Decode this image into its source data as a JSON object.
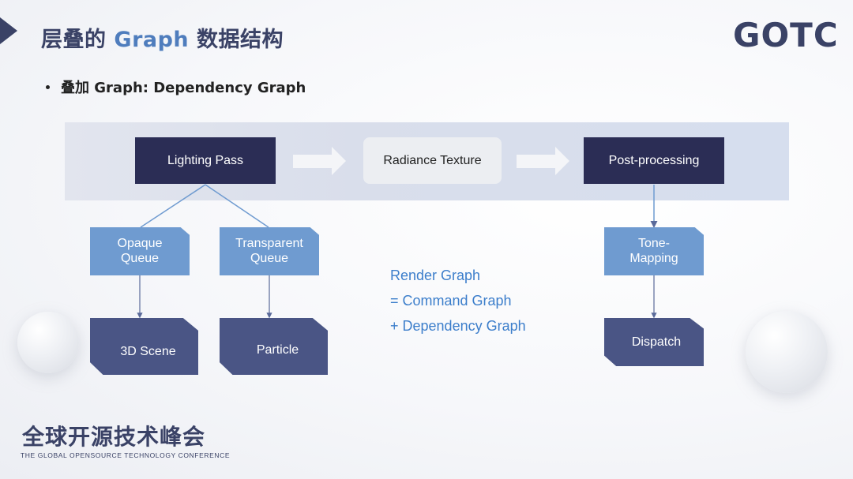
{
  "header": {
    "title_prefix": "层叠的 ",
    "title_accent": "Graph",
    "title_suffix": " 数据结构",
    "logo": "GOTC"
  },
  "bullet": "叠加 Graph: Dependency Graph",
  "diagram": {
    "top_row": {
      "lighting_pass": "Lighting Pass",
      "radiance_texture": "Radiance Texture",
      "post_processing": "Post-processing"
    },
    "opaque_queue": [
      "Opaque",
      "Queue"
    ],
    "transparent_queue": [
      "Transparent",
      "Queue"
    ],
    "scene_3d": "3D Scene",
    "particle": "Particle",
    "tone_mapping": [
      "Tone-",
      "Mapping"
    ],
    "dispatch": "Dispatch",
    "note_lines": [
      "Render Graph",
      "= Command Graph",
      "+ Dependency Graph"
    ]
  },
  "footer": {
    "conference_cn": "全球开源技术峰会",
    "conference_en": "THE GLOBAL OPENSOURCE TECHNOLOGY CONFERENCE"
  },
  "colors": {
    "navy_dark": "#2b2d55",
    "blue_box": "#6f9bd0",
    "navy_box": "#4a5585",
    "note_blue": "#3c7ecb",
    "band": "#d9deeb"
  }
}
